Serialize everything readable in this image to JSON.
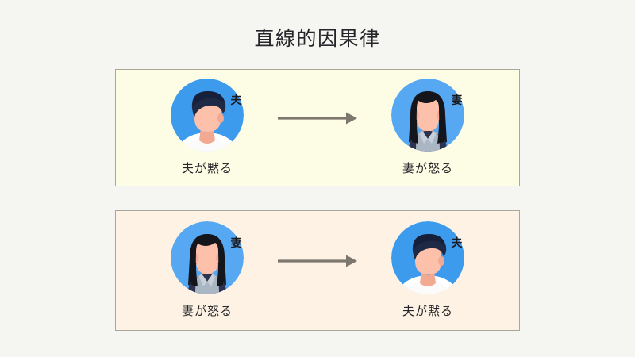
{
  "slide": {
    "title": "直線的因果律",
    "background_color": "#f5f5f1",
    "title_color": "#26262a"
  },
  "panels": [
    {
      "id": "cause-effect",
      "background_color": "#fdfce4",
      "border_color": "#a9a79c",
      "arrow_color": "#7d776d",
      "from": {
        "role_badge": "夫",
        "label": "夫が黙る",
        "avatar": "husband-avatar-icon",
        "avatar_bg": "#3d9bee"
      },
      "to": {
        "role_badge": "妻",
        "label": "妻が怒る",
        "avatar": "wife-avatar-icon",
        "avatar_bg": "#57a8f2"
      }
    },
    {
      "id": "effect-cause",
      "background_color": "#fdf2e4",
      "border_color": "#a9a79c",
      "arrow_color": "#7d776d",
      "from": {
        "role_badge": "妻",
        "label": "妻が怒る",
        "avatar": "wife-avatar-icon",
        "avatar_bg": "#57a8f2"
      },
      "to": {
        "role_badge": "夫",
        "label": "夫が黙る",
        "avatar": "husband-avatar-icon",
        "avatar_bg": "#3d9bee"
      }
    }
  ]
}
